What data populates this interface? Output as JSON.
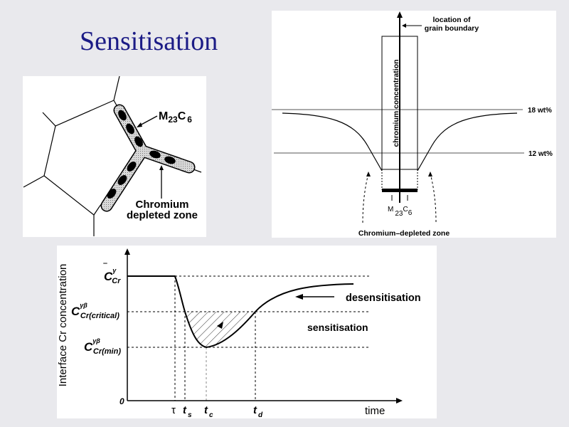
{
  "slide": {
    "title": "Sensitisation"
  },
  "microstructure": {
    "precipitate_label": {
      "M": "M",
      "sub1": "23",
      "C": "C",
      "sub2": "6"
    },
    "zone_label_line1": "Chromium",
    "zone_label_line2": "depleted zone"
  },
  "profile": {
    "axis_label": "chromium concentration",
    "grain_boundary_line1": "location of",
    "grain_boundary_line2": "grain boundary",
    "level_high": "18 wt%",
    "level_low": "12 wt%",
    "precipitate_label": {
      "M": "M",
      "sub1": "23",
      "C": "C",
      "sub2": "6"
    },
    "zone_label": "Chromium–depleted zone"
  },
  "kinetics": {
    "ylabel": "Interface Cr concentration",
    "xlabel": "time",
    "y_zero": "0",
    "y_levels": [
      {
        "base": "C",
        "sup": "γ",
        "sub": "Cr",
        "bar": "‾"
      },
      {
        "base": "C",
        "sup": "γβ",
        "sub": "Cr(critical)"
      },
      {
        "base": "C",
        "sup": "γβ",
        "sub": "Cr(min)"
      }
    ],
    "x_ticks": [
      {
        "base": "τ",
        "sub": ""
      },
      {
        "base": "t",
        "sub": "s"
      },
      {
        "base": "t",
        "sub": "c"
      },
      {
        "base": "t",
        "sub": "d"
      }
    ],
    "desensitisation_label": "desensitisation",
    "sensitisation_label": "sensitisation"
  }
}
